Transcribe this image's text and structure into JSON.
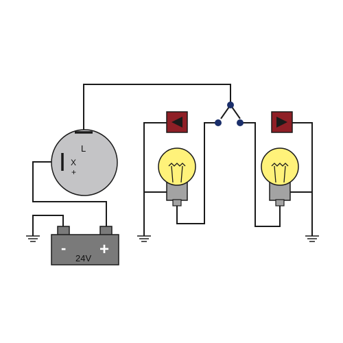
{
  "flasher": {
    "terminal_l": "L",
    "terminal_x": "X",
    "terminal_x_polarity": "+"
  },
  "battery": {
    "voltage": "24V",
    "negative": "-",
    "positive": "+"
  },
  "colors": {
    "wire": "#1a1a1a",
    "flasher_body": "#c4c4c6",
    "battery_body": "#7a7a7a",
    "diode_body": "#8f1f26",
    "bulb_glass": "#fff27a",
    "bulb_base": "#a3a3a3",
    "switch_contact": "#1b2f6b"
  }
}
